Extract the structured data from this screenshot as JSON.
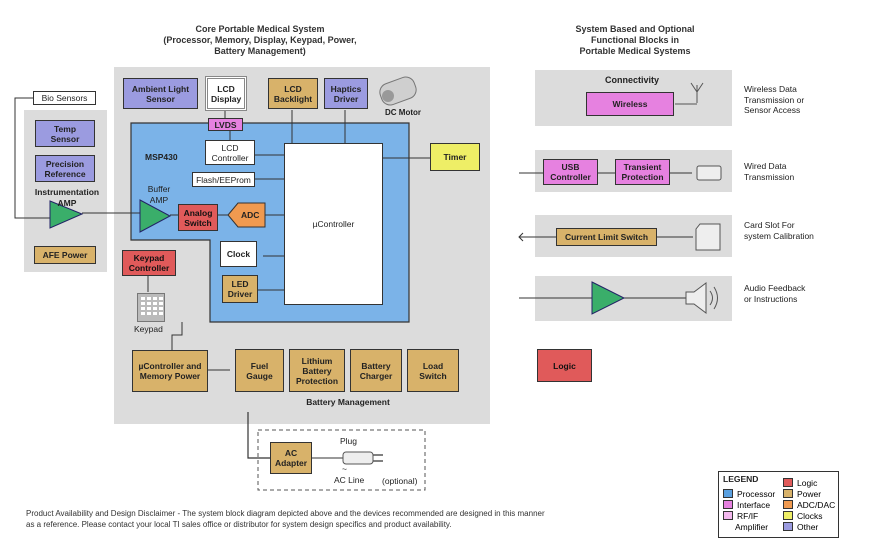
{
  "titles": {
    "core_line1": "Core Portable Medical System",
    "core_line2": "(Processor, Memory, Display, Keypad, Power,",
    "core_line3": "Battery Management)",
    "optional_line1": "System Based and Optional",
    "optional_line2": "Functional Blocks in",
    "optional_line3": "Portable Medical Systems"
  },
  "blocks": {
    "bio_sensors": "Bio Sensors",
    "temp_sensor": "Temp Sensor",
    "precision_reference": "Precision Reference",
    "instrumentation_amp": "Instrumentation AMP",
    "afe_power": "AFE Power",
    "ambient_light_sensor": "Ambient Light Sensor",
    "lcd_display": "LCD Display",
    "lcd_backlight": "LCD Backlight",
    "haptics_driver": "Haptics Driver",
    "dc_motor": "DC Motor",
    "lvds": "LVDS",
    "lcd_controller": "LCD Controller",
    "msp430": "MSP430",
    "flash_eeprom": "Flash/EEProm",
    "buffer_amp": "Buffer AMP",
    "analog_switch": "Analog Switch",
    "adc": "ADC",
    "microcontroller": "µController",
    "timer": "Timer",
    "clock": "Clock",
    "led_driver": "LED Driver",
    "keypad_controller": "Keypad Controller",
    "keypad": "Keypad",
    "uc_memory_power": "µController and Memory Power",
    "fuel_gauge": "Fuel Gauge",
    "lithium_battery_protection": "Lithium Battery Protection",
    "battery_charger": "Battery Charger",
    "load_switch": "Load Switch",
    "battery_management": "Battery Management",
    "ac_adapter": "AC Adapter",
    "plug": "Plug",
    "ac_line": "AC Line",
    "optional": "(optional)"
  },
  "optional_blocks": {
    "connectivity": "Connectivity",
    "wireless": "Wireless",
    "wireless_desc": "Wireless Data Transmission or Sensor Access",
    "usb_controller": "USB Controller",
    "transient_protection": "Transient Protection",
    "wired_desc": "Wired Data Transmission",
    "current_limit_switch": "Current Limit Switch",
    "card_desc": "Card Slot For system Calibration",
    "audio_desc": "Audio Feedback or Instructions",
    "logic": "Logic"
  },
  "legend": {
    "title": "LEGEND",
    "items": [
      {
        "label": "Processor",
        "color": "#5aa0e0"
      },
      {
        "label": "Interface",
        "color": "#e681e0"
      },
      {
        "label": "RF/IF",
        "color": "#e681e0"
      },
      {
        "label": "Amplifier",
        "color": "#2e9e5a"
      },
      {
        "label": "Logic",
        "color": "#e05a5a"
      },
      {
        "label": "Power",
        "color": "#d8b26a"
      },
      {
        "label": "ADC/DAC",
        "color": "#f09a50"
      },
      {
        "label": "Clocks",
        "color": "#eeee66"
      },
      {
        "label": "Other",
        "color": "#9b9be0"
      }
    ]
  },
  "disclaimer": {
    "line1": "Product Availability and Design Disclaimer - The system block diagram depicted above and the devices recommended are designed in this manner",
    "line2": "as a reference.  Please contact your local TI sales office or distributor for system design specifics and product availability."
  }
}
